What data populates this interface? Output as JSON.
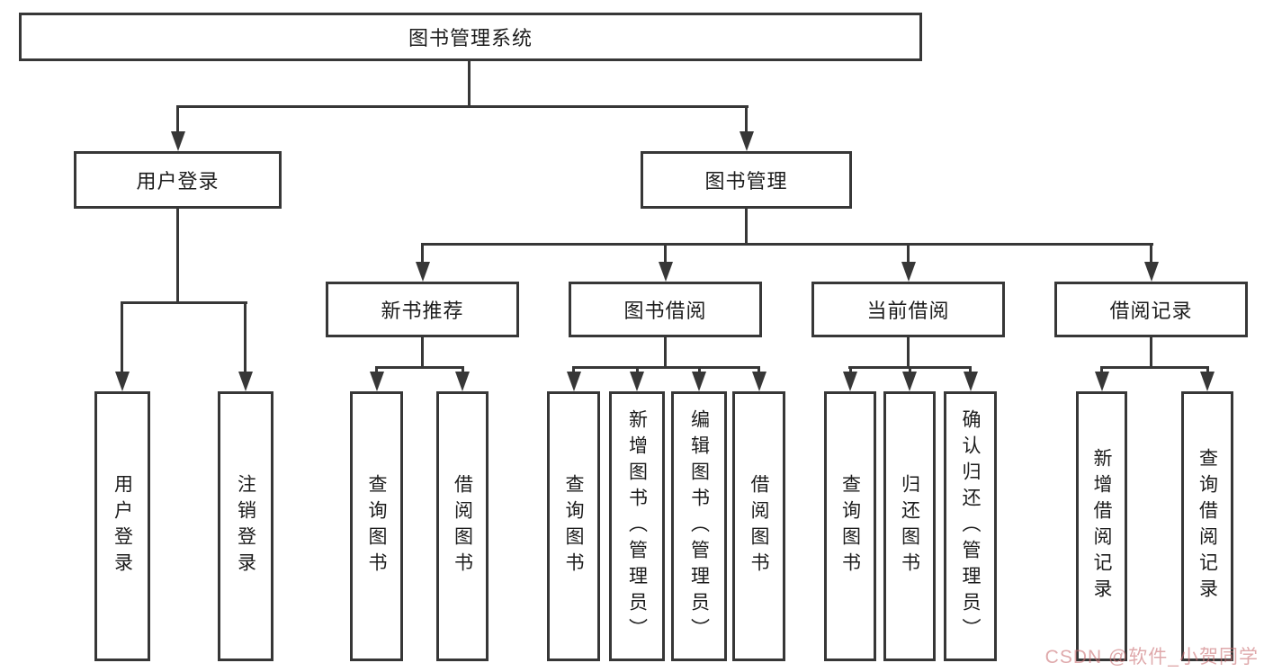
{
  "diagram": {
    "title": "Library management system feature tree",
    "root": {
      "label": "图书管理系统"
    },
    "level2": [
      {
        "label": "用户登录"
      },
      {
        "label": "图书管理"
      }
    ],
    "level3": [
      {
        "label": "新书推荐"
      },
      {
        "label": "图书借阅"
      },
      {
        "label": "当前借阅"
      },
      {
        "label": "借阅记录"
      }
    ],
    "leaves": {
      "user_login_group": [
        {
          "label": "用户登录"
        },
        {
          "label": "注销登录"
        }
      ],
      "new_book_group": [
        {
          "label": "查询图书"
        },
        {
          "label": "借阅图书"
        }
      ],
      "book_borrow_group": [
        {
          "label": "查询图书"
        },
        {
          "label": "新增图书（管理员）"
        },
        {
          "label": "编辑图书（管理员）"
        },
        {
          "label": "借阅图书"
        }
      ],
      "current_borrow_group": [
        {
          "label": "查询图书"
        },
        {
          "label": "归还图书"
        },
        {
          "label": "确认归还（管理员）"
        }
      ],
      "records_group": [
        {
          "label": "新增借阅记录"
        },
        {
          "label": "查询借阅记录"
        }
      ]
    },
    "colors": {
      "line": "#373737",
      "text": "#1c1c1c",
      "background": "#ffffff",
      "watermark": "#c96f73"
    }
  },
  "watermark": {
    "text": "CSDN @软件_小贺同学"
  }
}
